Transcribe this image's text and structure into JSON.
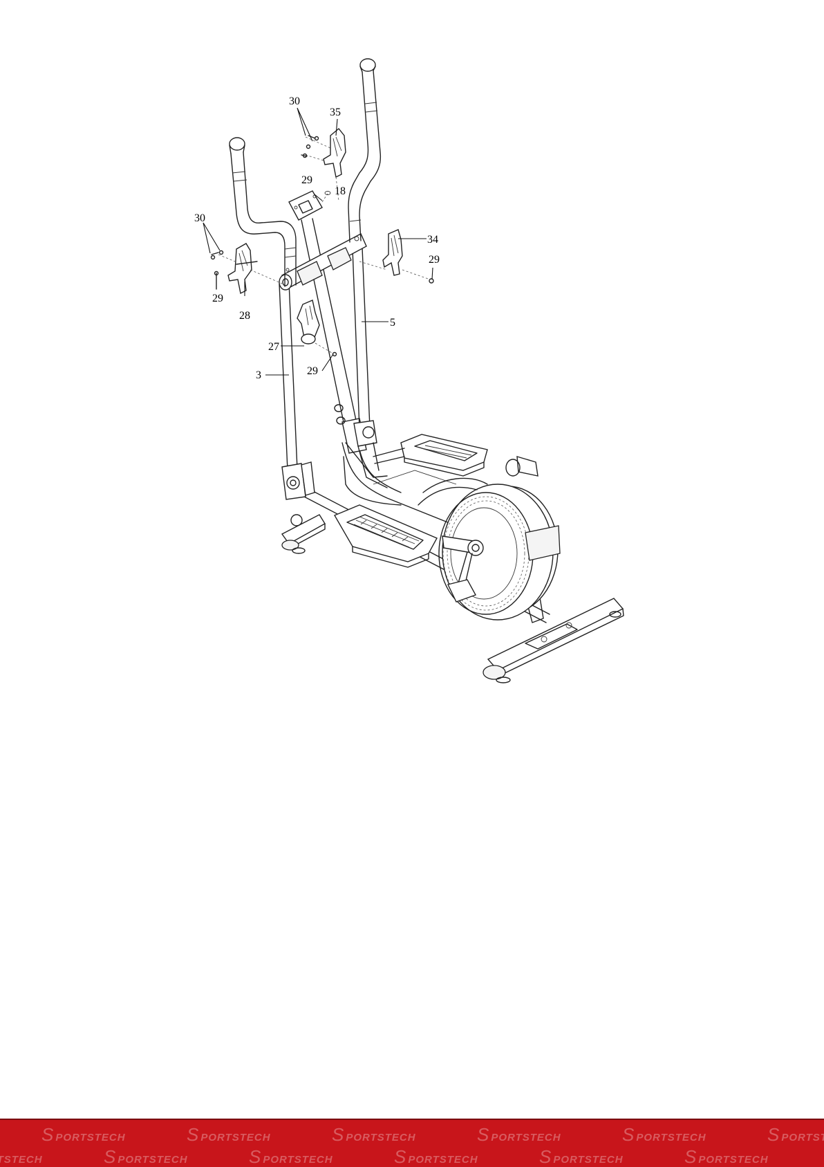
{
  "labels": {
    "l30a": "30",
    "l35": "35",
    "l29a": "29",
    "l18": "18",
    "l30b": "30",
    "l34": "34",
    "l29b": "29",
    "l29c": "29",
    "l28": "28",
    "l5": "5",
    "l27": "27",
    "l3": "3",
    "l29d": "29"
  },
  "footer": {
    "brand": "SPORTSTECH",
    "brand_first": "S",
    "brand_rest": "PORTSTECH",
    "color": "#c8151b"
  }
}
